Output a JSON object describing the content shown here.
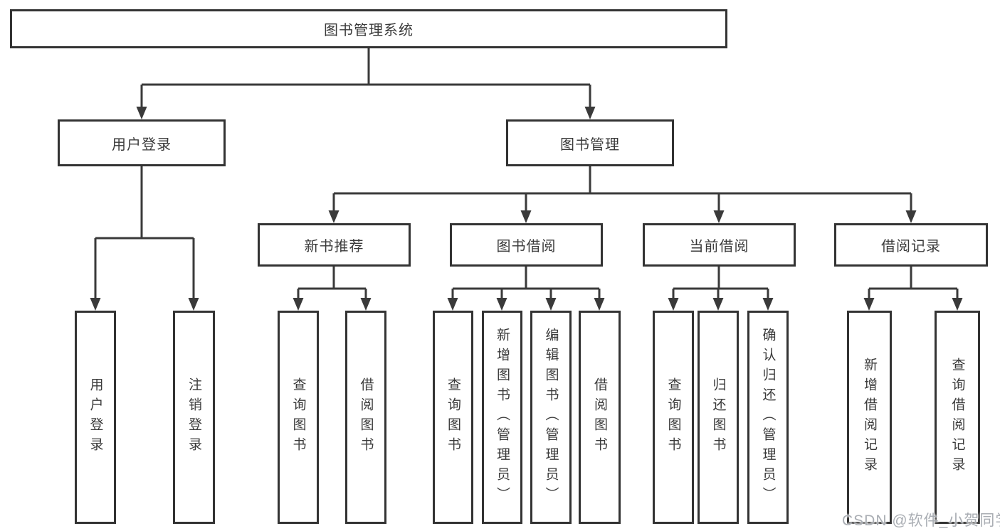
{
  "nodes": {
    "root": {
      "label": "图书管理系统"
    },
    "level2": [
      {
        "id": "user-login",
        "label": "用户登录"
      },
      {
        "id": "book-management",
        "label": "图书管理"
      }
    ],
    "level3": [
      {
        "id": "new-book-recommend",
        "label": "新书推荐"
      },
      {
        "id": "book-borrowing",
        "label": "图书借阅"
      },
      {
        "id": "current-borrowing",
        "label": "当前借阅"
      },
      {
        "id": "borrowing-records",
        "label": "借阅记录"
      }
    ],
    "leaves": [
      {
        "id": "user-login-leaf",
        "label": "用户登录"
      },
      {
        "id": "logout",
        "label": "注销登录"
      },
      {
        "id": "query-books-recommend",
        "label": "查询图书"
      },
      {
        "id": "borrow-books-recommend",
        "label": "借阅图书"
      },
      {
        "id": "query-books-borrowing",
        "label": "查询图书"
      },
      {
        "id": "add-books-admin",
        "label": "新增图书（管理员）"
      },
      {
        "id": "edit-books-admin",
        "label": "编辑图书（管理员）"
      },
      {
        "id": "borrow-books-borrowing",
        "label": "借阅图书"
      },
      {
        "id": "query-books-current",
        "label": "查询图书"
      },
      {
        "id": "return-books",
        "label": "归还图书"
      },
      {
        "id": "confirm-return-admin",
        "label": "确认归还（管理员）"
      },
      {
        "id": "add-borrow-record",
        "label": "新增借阅记录"
      },
      {
        "id": "query-borrow-record",
        "label": "查询借阅记录"
      }
    ]
  },
  "watermark": {
    "text": "CSDN @软件_小贺同学"
  },
  "colors": {
    "line": "#3a3a3a",
    "border": "#333333",
    "text": "#3a3a3a",
    "background": "#ffffff",
    "watermark": "#a9adb3"
  }
}
